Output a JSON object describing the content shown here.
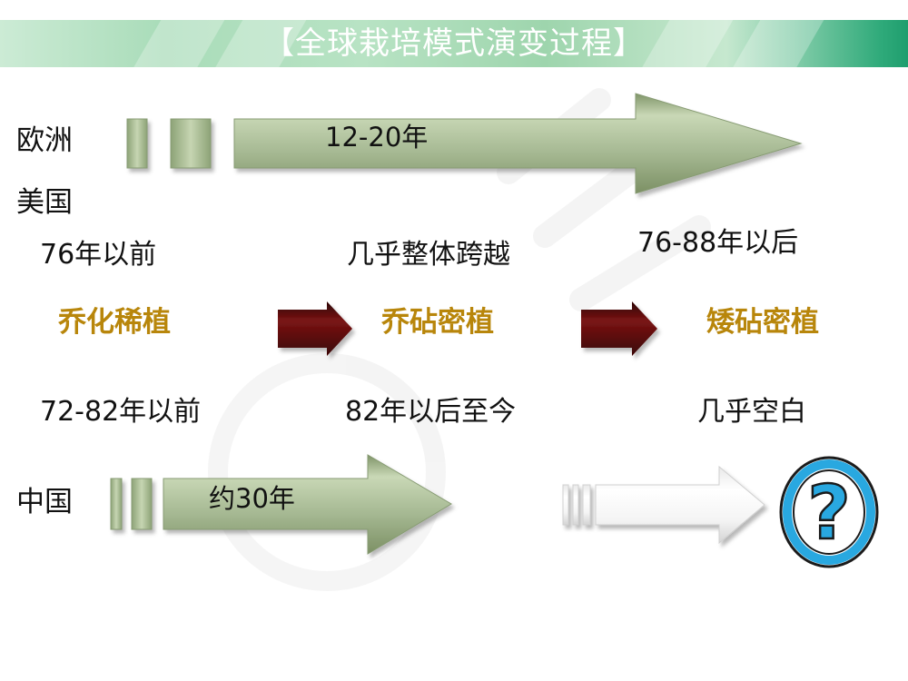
{
  "title": "【全球栽培模式演变过程】",
  "regions": {
    "europe": "欧洲",
    "usa": "美国",
    "china": "中国"
  },
  "arrow_labels": {
    "europe_duration": "12-20年",
    "china_duration": "约30年"
  },
  "eras": [
    "76年以前",
    "几乎整体跨越",
    "76-88年以后"
  ],
  "modes": [
    "乔化稀植",
    "乔砧密植",
    "矮砧密植"
  ],
  "china_periods": [
    "72-82年以前",
    "82年以后至今",
    "几乎空白"
  ],
  "question_mark": "?",
  "colors": {
    "banner": "#a9dcb9",
    "mode_text": "#b8860b",
    "green_arrow": "#a7b996",
    "dark_arrow": "#5a0a0a",
    "question_ring": "#29a8e0"
  }
}
